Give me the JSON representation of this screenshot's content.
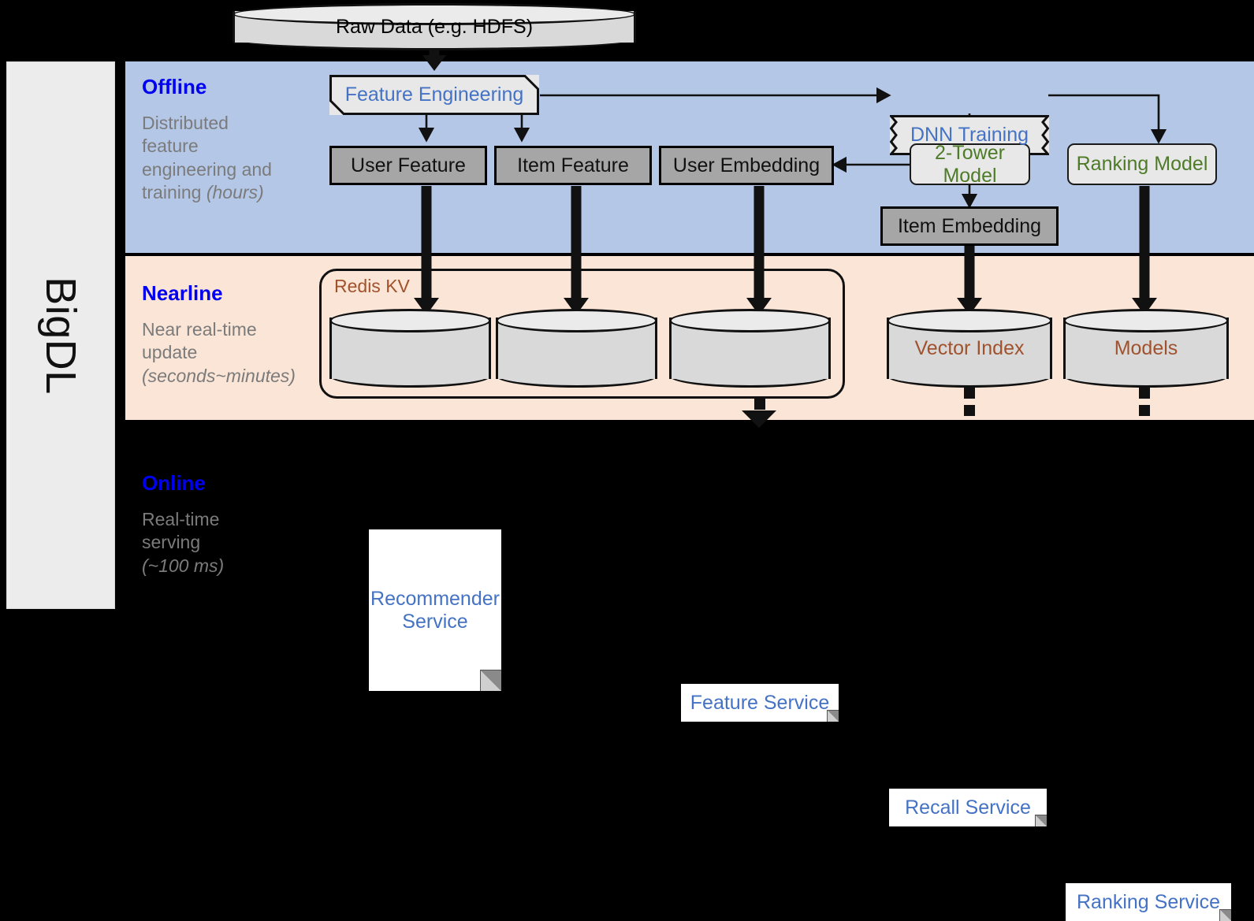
{
  "rail": {
    "label": "BigDL"
  },
  "sections": [
    {
      "name": "offline",
      "title": "Offline",
      "subtitle_line1": "Distributed feature engineering and ",
      "subtitle_em": "(hours)"
    },
    {
      "name": "nearline",
      "title": "Nearline",
      "subtitle_line1": "Near real-time update ",
      "subtitle_em": "(seconds~minutes)"
    },
    {
      "name": "online",
      "title": "Online",
      "subtitle_line1": "Real-time serving ",
      "subtitle_em": "(~100 ms)"
    }
  ],
  "offline": {
    "title": "Offline",
    "sub_a": "Distributed",
    "sub_b": "feature",
    "sub_c": "engineering and",
    "sub_d": "training ",
    "sub_em": "(hours)"
  },
  "nearline": {
    "title": "Nearline",
    "sub_a": "Near real-time",
    "sub_b": "update",
    "sub_em": "(seconds~minutes)",
    "redis_label": "Redis KV"
  },
  "online": {
    "title": "Online",
    "sub_a": "Real-time",
    "sub_b": "serving",
    "sub_em": "(~100 ms)"
  },
  "nodes": {
    "raw_data": "Raw Data (e.g. HDFS)",
    "feature_engineering": "Feature Engineering",
    "dnn_training": "DNN Training",
    "user_feature": "User Feature",
    "item_feature": "Item Feature",
    "user_embedding": "User Embedding",
    "two_tower_model": "2-Tower Model",
    "ranking_model": "Ranking Model",
    "item_embedding": "Item Embedding",
    "vector_index": "Vector Index",
    "models": "Models",
    "feature_service": "Feature Service",
    "recall_service": "Recall Service",
    "ranking_service": "Ranking Service",
    "recommender_service_l1": "Recommender",
    "recommender_service_l2": "Service"
  },
  "colors": {
    "offline_panel": "#b4c7e7",
    "nearline_panel": "#fbe5d6",
    "online_panel": "#000000",
    "section_title": "#0000f0",
    "section_sub": "#7b7b7b",
    "blue_text": "#4472c4",
    "green_text": "#4e7b28",
    "brown_text": "#a0522d",
    "gray_box": "#a6a6a6",
    "card_fill": "#e8e8e8",
    "cylinder_fill": "#d9d9d9",
    "rail_fill": "#ececec"
  }
}
